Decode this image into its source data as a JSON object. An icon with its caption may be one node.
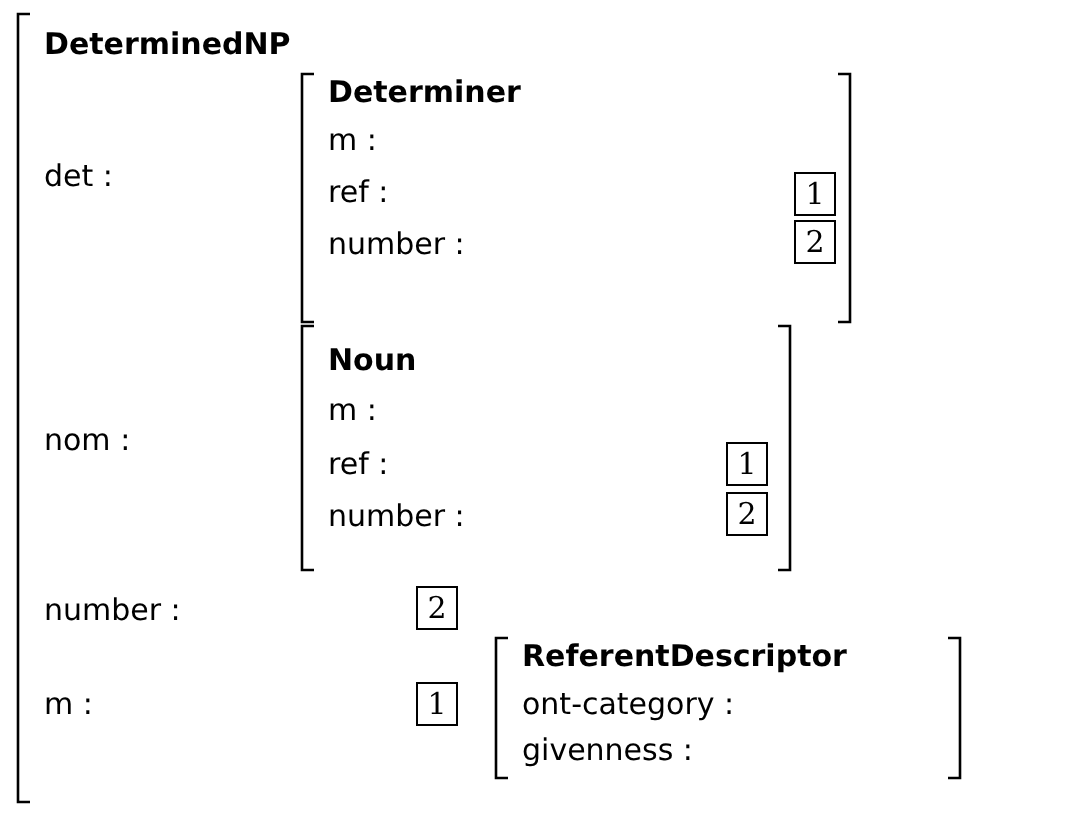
{
  "diagram": {
    "nodes": [
      {
        "text": [
          "DeterminedNP",
          "det :",
          "nom :",
          "number :",
          "m :"
        ]
      },
      {
        "text": [
          "Determiner",
          "m :",
          "ref :",
          "number :"
        ],
        "in": 0
      },
      {
        "text": [
          "1"
        ],
        "in": 1
      },
      {
        "text": [
          "2"
        ],
        "in": 1
      },
      {
        "text": [
          "Noun",
          "m :",
          "ref :",
          "number :"
        ],
        "in": 0
      },
      {
        "text": [
          "1"
        ],
        "in": 4
      },
      {
        "text": [
          "2"
        ],
        "in": 4
      },
      {
        "text": [
          "2"
        ],
        "in": 0
      },
      {
        "text": [
          "1"
        ],
        "in": 0
      },
      {
        "text": [
          "ReferentDescriptor",
          "ont-category :",
          "givenness :"
        ],
        "in": 0
      }
    ]
  }
}
